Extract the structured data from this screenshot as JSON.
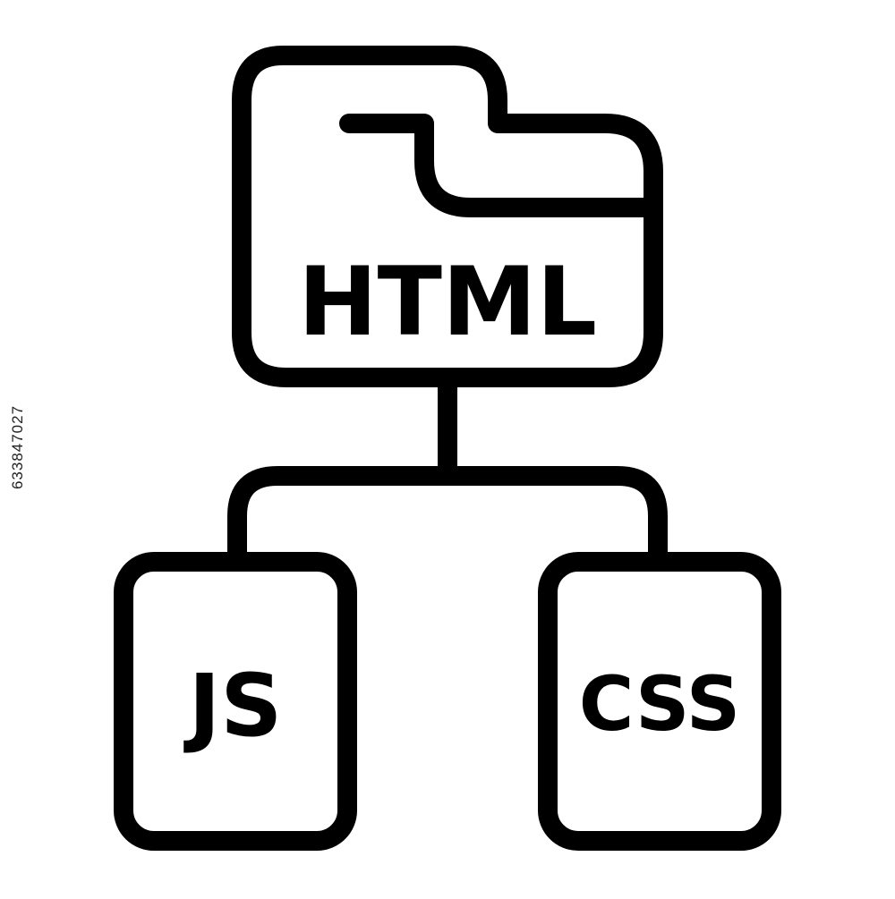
{
  "diagram": {
    "root": {
      "label": "HTML"
    },
    "children": [
      {
        "label": "JS"
      },
      {
        "label": "CSS"
      }
    ]
  },
  "stock_id": "633847027",
  "colors": {
    "stroke": "#000000",
    "background": "#ffffff"
  }
}
